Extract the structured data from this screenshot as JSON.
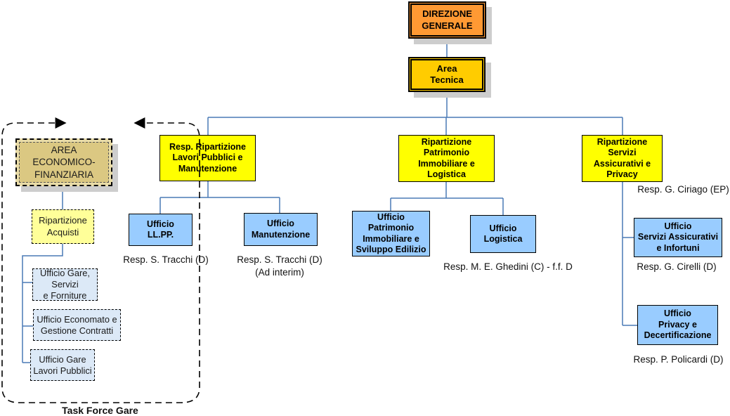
{
  "palette": {
    "orange": "#FF9933",
    "gold": "#FFCC00",
    "yellow": "#FFFF00",
    "light_yellow": "#FFFF99",
    "tan": "#DBC882",
    "tan_light": "#E9DCA8",
    "blue_box": "#99CCFF",
    "light_blue_box": "#DCE9F7",
    "connector_blue": "#4A7AB5",
    "outline_black": "#000000",
    "shadow_gray": "#CDCDCD"
  },
  "nodes": {
    "direzione_generale": {
      "label": "DIREZIONE\nGENERALE"
    },
    "area_tecnica": {
      "label": "Area\nTecnica"
    },
    "resp_ripartizione_lavori": {
      "label": "Resp. Ripartizione\nLavori Pubblici e\nManutenzione"
    },
    "ripartizione_patrimonio": {
      "label": "Ripartizione\nPatrimonio\nImmobiliare e\nLogistica"
    },
    "ripartizione_servizi": {
      "label": "Ripartizione\nServizi\nAssicurativi e\nPrivacy"
    },
    "area_economico_finanziaria": {
      "label": "AREA\nECONOMICO-\nFINANZIARIA"
    },
    "ripartizione_acquisti": {
      "label": "Ripartizione\nAcquisti"
    },
    "ufficio_llpp": {
      "label": "Ufficio\nLL.PP."
    },
    "ufficio_manutenzione": {
      "label": "Ufficio\nManutenzione"
    },
    "ufficio_patrimonio": {
      "label": "Ufficio\nPatrimonio\nImmobiliare e\nSviluppo Edilizio"
    },
    "ufficio_logistica": {
      "label": "Ufficio\nLogistica"
    },
    "ufficio_servizi_assicurativi": {
      "label": "Ufficio\nServizi Assicurativi\ne Infortuni"
    },
    "ufficio_privacy": {
      "label": "Ufficio\nPrivacy e\nDecertificazione"
    },
    "ufficio_gare_servizi": {
      "label": "Ufficio Gare,\nServizi\ne Forniture"
    },
    "ufficio_economato": {
      "label": "Ufficio Economato e\nGestione Contratti"
    },
    "ufficio_gare_lavori": {
      "label": "Ufficio Gare\nLavori Pubblici"
    }
  },
  "annotations": {
    "resp_tracchi_llpp": "Resp. S. Tracchi (D)",
    "resp_tracchi_manutenzione": "Resp. S. Tracchi (D)\n(Ad interim)",
    "resp_ghedini": "Resp. M. E. Ghedini (C) - f.f. D",
    "resp_ciriago": "Resp. G. Ciriago (EP)",
    "resp_cirelli": "Resp. G. Cirelli (D)",
    "resp_policardi": "Resp. P. Policardi (D)",
    "task_force": "Task Force Gare"
  }
}
